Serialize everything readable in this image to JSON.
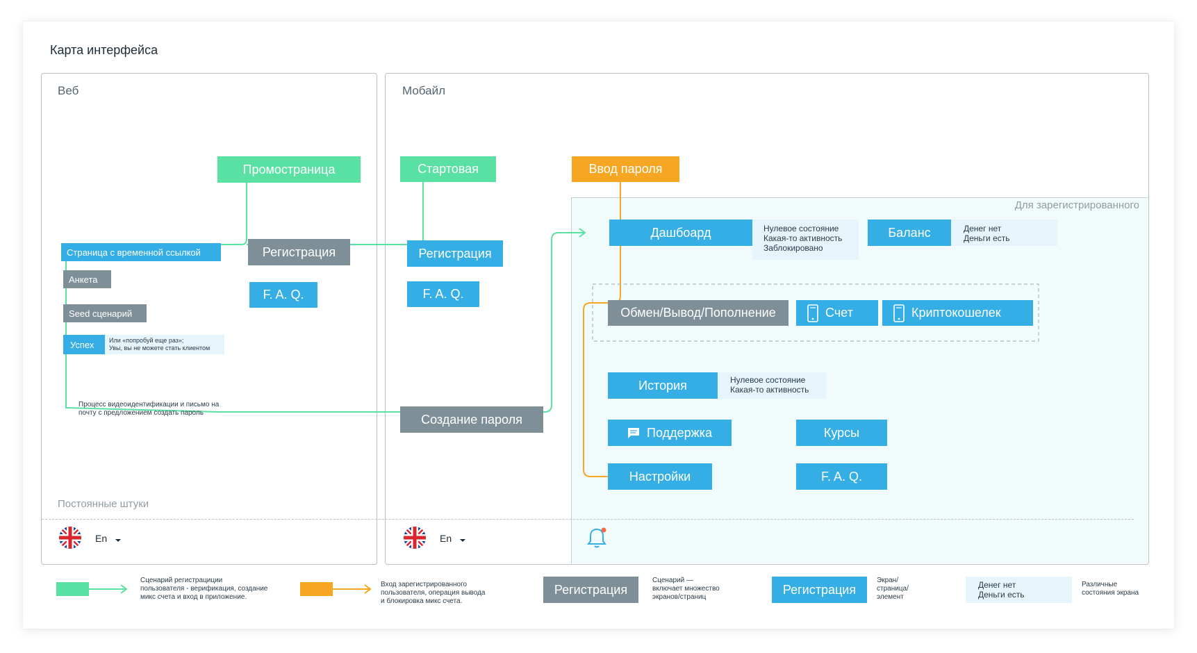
{
  "title": "Карта интерфейса",
  "panels": {
    "web": "Веб",
    "mobile": "Мобайл",
    "registered": "Для зарегистрированного",
    "persistent": "Постоянные штуки"
  },
  "web": {
    "promo": "Промостраница",
    "temp_link": "Страница с временной ссылкой",
    "anketa": "Анкета",
    "seed": "Seed сценарий",
    "success": "Успех",
    "success_note_1": "Или «попробуй еще раз»;",
    "success_note_2": "Увы, вы не можете стать клиентом",
    "registration": "Регистрация",
    "faq": "F. A. Q.",
    "process_note_1": "Процесс видеоидентификации и письмо на",
    "process_note_2": "почту с предложением создать пароль"
  },
  "mobile": {
    "start": "Стартовая",
    "registration": "Регистрация",
    "faq": "F. A. Q.",
    "create_password": "Создание пароля",
    "enter_password": "Ввод пароля"
  },
  "registered": {
    "dashboard": "Дашбоард",
    "dashboard_states": [
      "Нулевое состояние",
      "Какая-то активность",
      "Заблокировано"
    ],
    "balance": "Баланс",
    "balance_states": [
      "Денег нет",
      "Деньги есть"
    ],
    "exchange": "Обмен/Вывод/Пополнение",
    "account": "Счет",
    "wallet": "Криптокошелек",
    "history": "История",
    "history_states": [
      "Нулевое состояние",
      "Какая-то активность"
    ],
    "support": "Поддержка",
    "courses": "Курсы",
    "settings": "Настройки",
    "faq": "F. A. Q."
  },
  "footer": {
    "lang": "En"
  },
  "legend": {
    "green_text": [
      "Сценарий регистрациции",
      "пользователя - верификация, создание",
      "микс счета и вход в приложение."
    ],
    "orange_text": [
      "Вход зарегистрированного",
      "пользователя, операция вывода",
      "и блокировка микс счета."
    ],
    "scenario_box": "Регистрация",
    "scenario_text": [
      "Сценарий —",
      "включает множество",
      "экранов/страниц"
    ],
    "screen_box": "Регистрация",
    "screen_text": [
      "Экран/",
      "страница/",
      "элемент"
    ],
    "states": [
      "Денег нет",
      "Деньги есть"
    ],
    "states_text": [
      "Различные",
      "состояния экрана"
    ]
  },
  "colors": {
    "green": "#58e1a2",
    "blue": "#35aee6",
    "gray": "#7f8f98",
    "orange": "#f6a623",
    "state_bg": "#e6f5fb"
  }
}
